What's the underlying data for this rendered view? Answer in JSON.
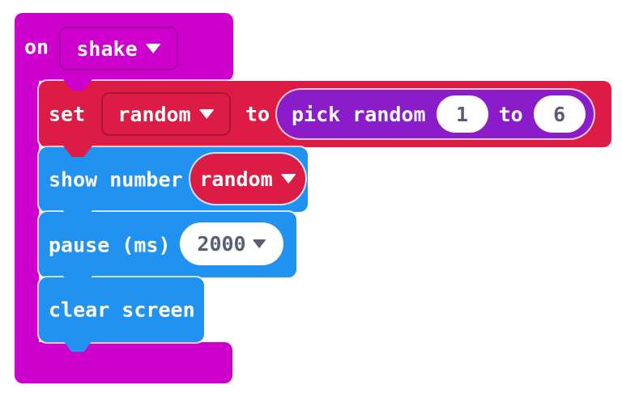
{
  "colors": {
    "magenta": "#CE00CE",
    "red": "#DC1C45",
    "blue": "#2292F0",
    "purple": "#8A1CC9",
    "field_text": "#575E75"
  },
  "program": {
    "on_shake": {
      "on_label": "on",
      "event": "shake"
    },
    "set_variable": {
      "set_label": "set",
      "variable": "random",
      "to_label": "to",
      "pick_random": {
        "label": "pick random",
        "min": "1",
        "to_label": "to",
        "max": "6"
      }
    },
    "show_number": {
      "label": "show number",
      "variable": "random"
    },
    "pause": {
      "label": "pause (ms)",
      "duration": "2000"
    },
    "clear_screen": {
      "label": "clear screen"
    }
  }
}
